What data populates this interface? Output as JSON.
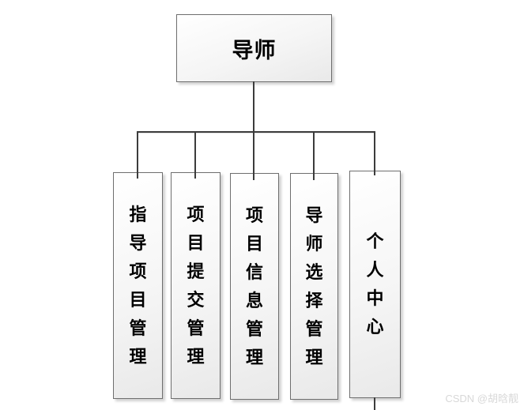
{
  "diagram": {
    "type": "org-tree",
    "root": {
      "label": "导师"
    },
    "children": [
      {
        "label": "指导项目管理"
      },
      {
        "label": "项目提交管理"
      },
      {
        "label": "项目信息管理"
      },
      {
        "label": "导师选择管理"
      },
      {
        "label": "个人中心"
      }
    ],
    "colors": {
      "line": "#3c3c3c",
      "box_border": "#6e6e6e",
      "box_fill_top": "#ffffff",
      "box_fill_bottom": "#e9e9e9",
      "text": "#000000"
    }
  },
  "watermark": {
    "text": "CSDN @胡晗靓",
    "color": "#d8d8d8"
  }
}
